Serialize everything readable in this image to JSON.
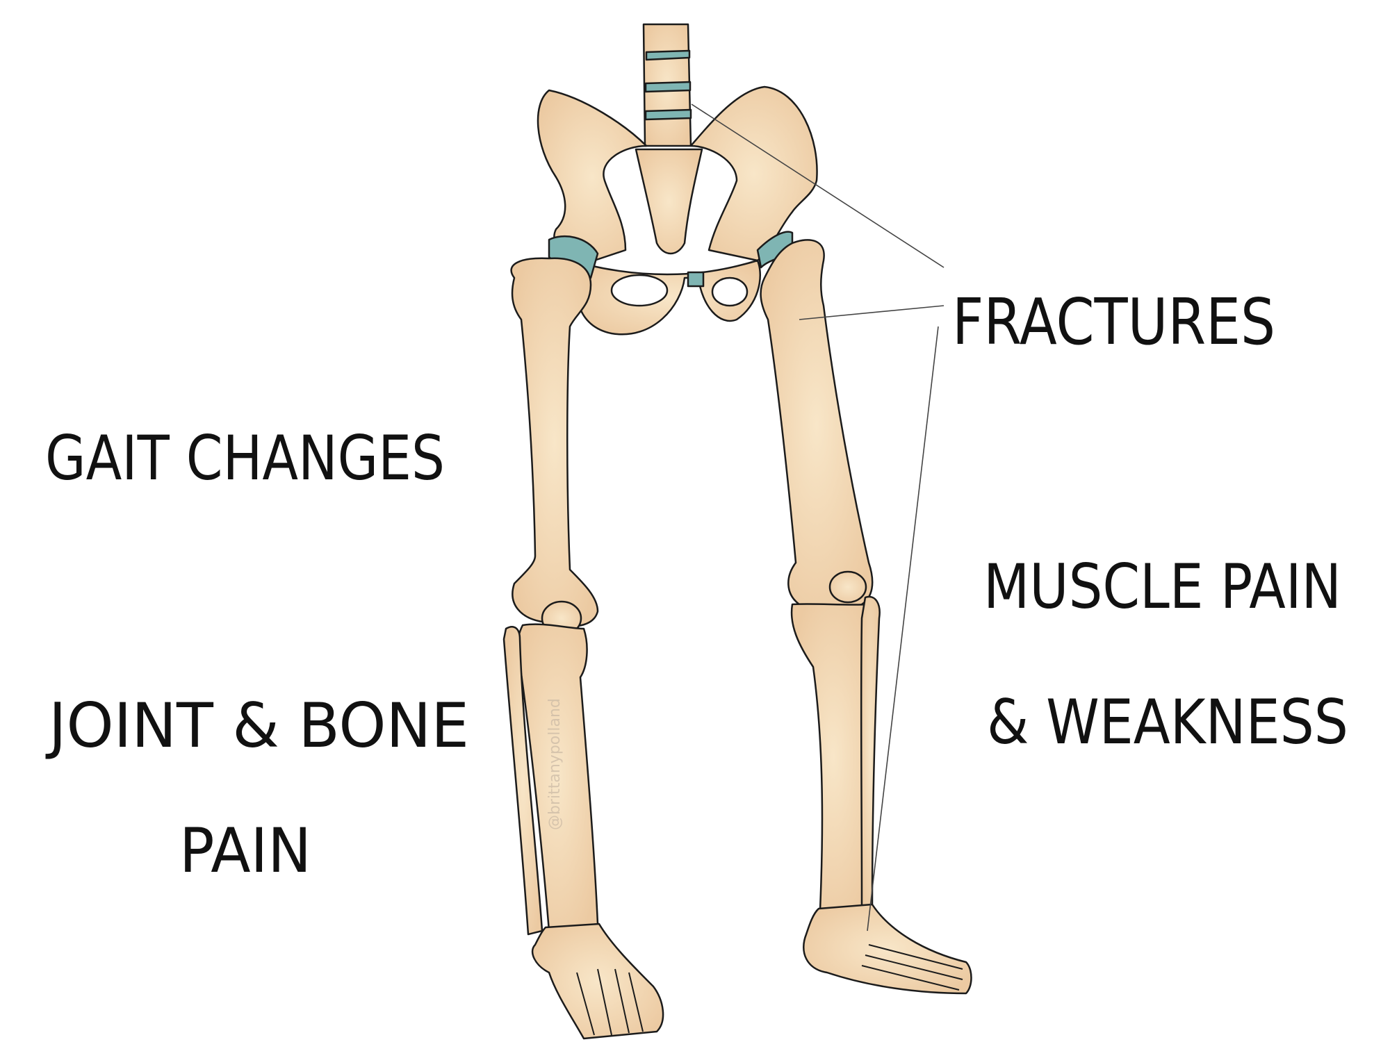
{
  "labels": {
    "gait": "GAIT CHANGES",
    "joint_line1": "JOINT & BONE",
    "joint_line2": "PAIN",
    "fractures": "FRACTURES",
    "muscle_line1": "MUSCLE PAIN",
    "muscle_line2": "& WEAKNESS"
  },
  "watermark": "@brittanypolland",
  "colors": {
    "bone_fill": "#f6dfbd",
    "bone_shade": "#e8c39c",
    "outline": "#1b1b1b",
    "cartilage": "#7fb5b3",
    "leader_line": "#444444"
  },
  "icons": [
    "skeleton-lower-body"
  ]
}
